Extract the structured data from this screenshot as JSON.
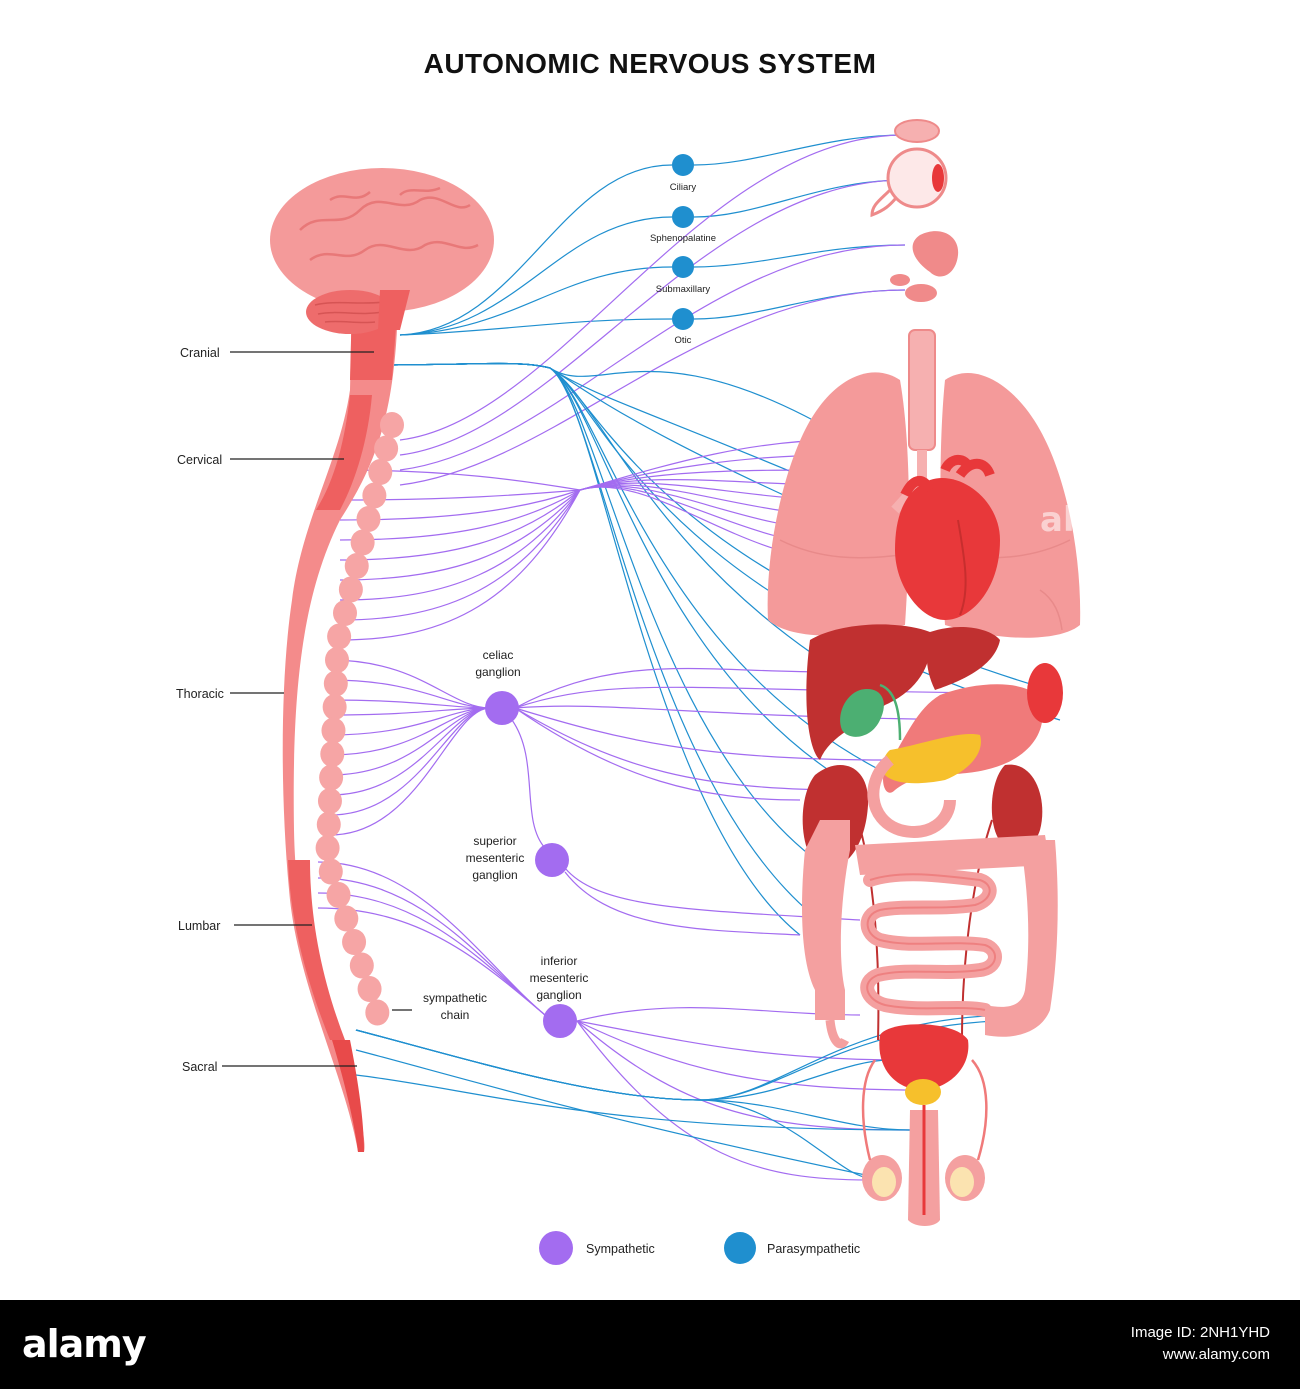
{
  "title": "AUTONOMIC NERVOUS SYSTEM",
  "colors": {
    "sympathetic": "#a36cf0",
    "parasympathetic": "#1f8fcf",
    "spine": "#f07a7a",
    "spine_dark": "#ee5a5a",
    "brain": "#f49a9a",
    "organ_red": "#e8383a",
    "organ_dark": "#c72e2e",
    "liver": "#c03030",
    "gall": "#4caf72",
    "pancreas": "#f6c02c",
    "lung": "#f49a9a",
    "intestine": "#f4a0a0",
    "footer_bg": "#000000"
  },
  "spinal_regions": [
    "Cranial",
    "Cervical",
    "Thoracic",
    "Lumbar",
    "Sacral"
  ],
  "cranial_ganglia": [
    "Ciliary",
    "Sphenopalatine",
    "Submaxillary",
    "Otic"
  ],
  "ganglia": {
    "celiac": [
      "celiac",
      "ganglion"
    ],
    "superior": [
      "superior",
      "mesenteric",
      "ganglion"
    ],
    "inferior": [
      "inferior",
      "mesenteric",
      "ganglion"
    ],
    "chain": [
      "sympathetic",
      "chain"
    ]
  },
  "legend": {
    "sympathetic": "Sympathetic",
    "parasympathetic": "Parasympathetic"
  },
  "watermark": {
    "logo": "alamy",
    "image_id": "Image ID: 2NH1YHD",
    "url": "www.alamy.com"
  }
}
